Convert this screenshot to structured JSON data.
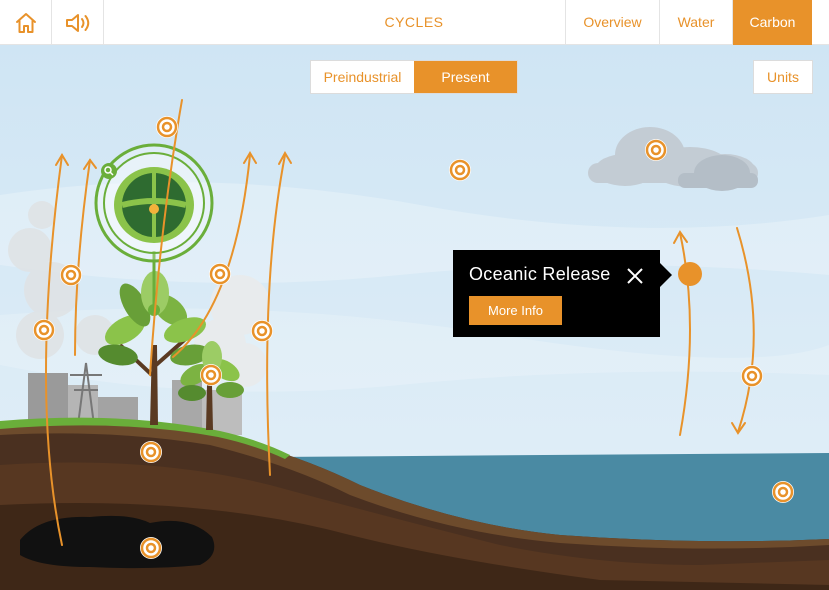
{
  "topbar": {
    "title": "CYCLES",
    "tabs": [
      {
        "label": "Overview",
        "active": false
      },
      {
        "label": "Water",
        "active": false
      },
      {
        "label": "Carbon",
        "active": true
      }
    ],
    "icons": [
      "home-icon",
      "speaker-icon"
    ]
  },
  "era_toggle": {
    "options": [
      {
        "label": "Preindustrial",
        "active": false
      },
      {
        "label": "Present",
        "active": true
      }
    ]
  },
  "units_label": "Units",
  "popup": {
    "title": "Oceanic Release",
    "button_label": "More Info",
    "close_icon": "close-icon"
  },
  "colors": {
    "accent": "#e8922a",
    "sky": "#d2e6f4",
    "ocean": "#4a8aa3",
    "soil": "#4a3020",
    "grass": "#6aae3a",
    "popup_bg": "#000000"
  }
}
